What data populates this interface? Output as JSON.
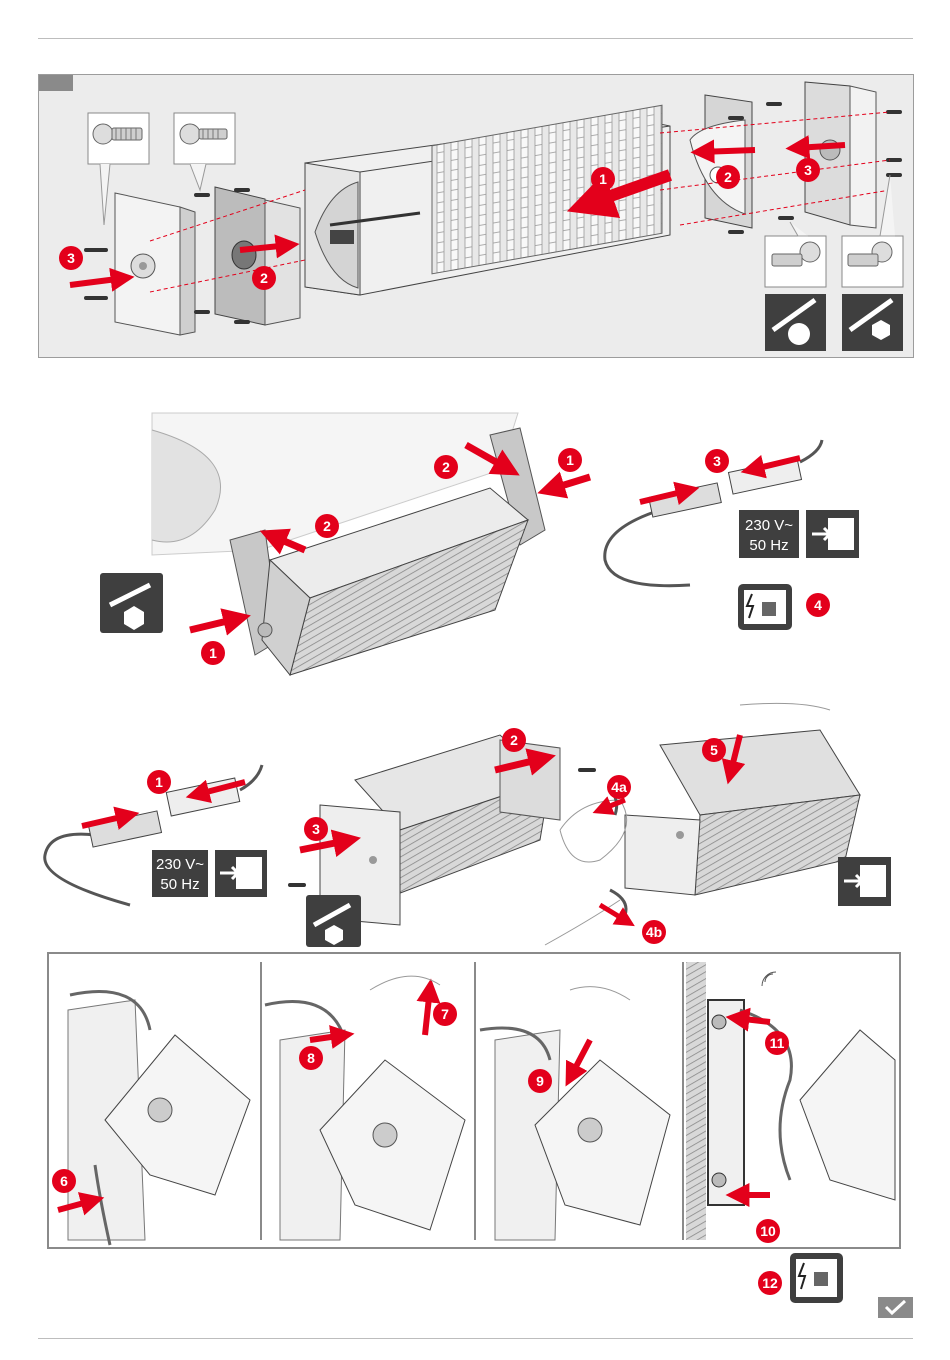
{
  "steps": {
    "s1": "1",
    "s2": "2",
    "s3": "3",
    "s4": "4",
    "s4a": "4a",
    "s4b": "4b",
    "s5": "5",
    "s6": "6",
    "s7": "7",
    "s8": "8",
    "s9": "9",
    "s10": "10",
    "s11": "11",
    "s12": "12"
  },
  "power": {
    "voltage": "230 V~",
    "frequency": "50 Hz"
  },
  "colors": {
    "accent": "#e3001b",
    "icon_bg": "#3f3f3f",
    "panel_bg": "#ececec"
  }
}
